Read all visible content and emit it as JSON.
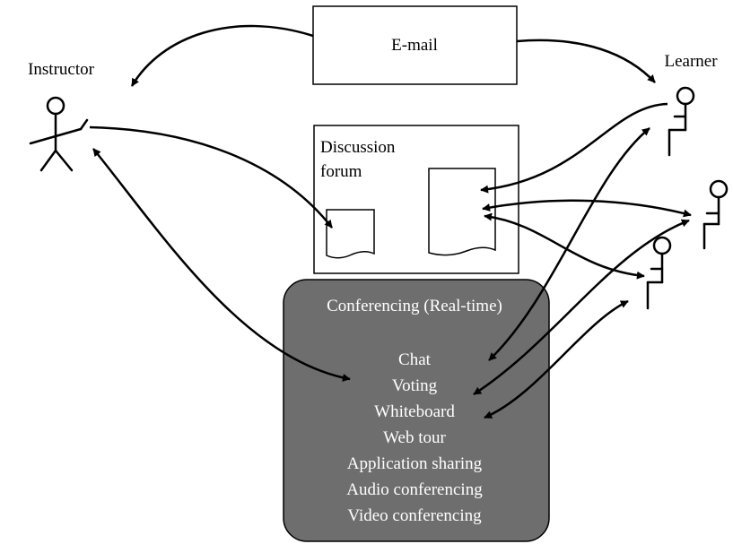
{
  "actors": {
    "instructor": "Instructor",
    "learner": "Learner"
  },
  "email": {
    "label": "E-mail"
  },
  "forum": {
    "label_line1": "Discussion",
    "label_line2": "forum"
  },
  "conferencing": {
    "title": "Conferencing (Real-time)",
    "items": [
      "Chat",
      "Voting",
      "Whiteboard",
      "Web tour",
      "Application sharing",
      "Audio conferencing",
      "Video conferencing"
    ]
  },
  "colors": {
    "conferencing_fill": "#6e6e6e",
    "line": "#000000",
    "background": "#ffffff"
  }
}
